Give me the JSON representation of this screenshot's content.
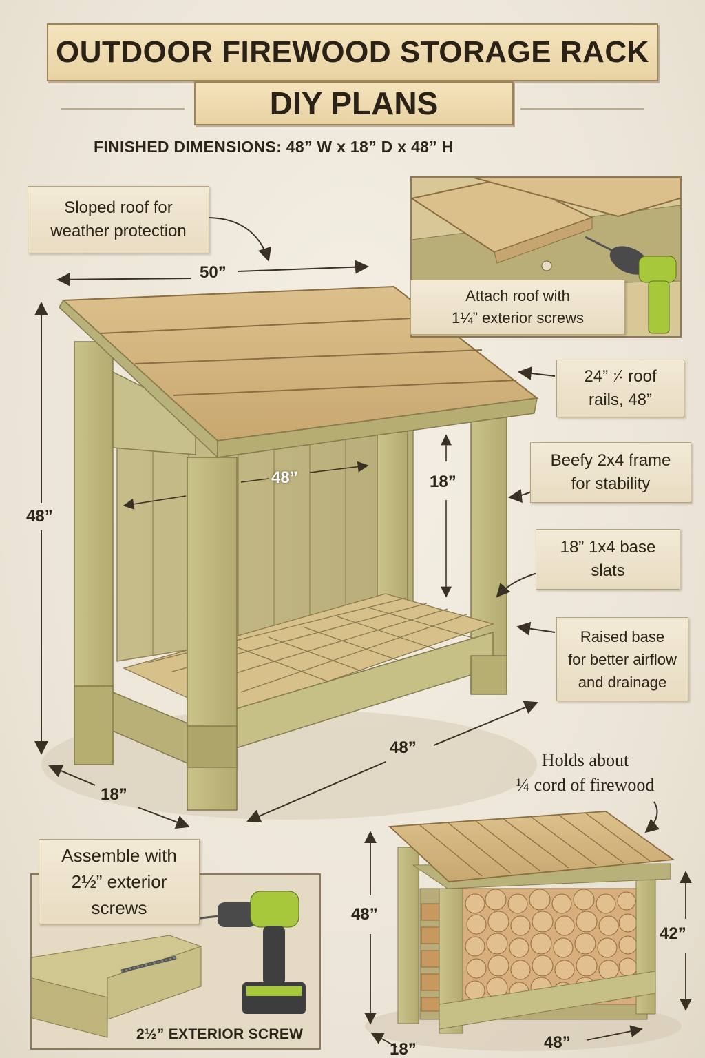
{
  "header": {
    "title": "OUTDOOR FIREWOOD STORAGE RACK",
    "subtitle": "DIY PLANS",
    "finished_dimensions": "FINISHED DIMENSIONS: 48” W x 18” D x 48” H"
  },
  "callouts": {
    "sloped_roof": [
      "Sloped roof for",
      "weather protection"
    ],
    "attach_roof": [
      "Attach roof with",
      "1¼” exterior screws"
    ],
    "roof_rails": [
      "24” ⸓ roof",
      "rails, 48”"
    ],
    "frame": [
      "Beefy 2x4 frame",
      "for stability"
    ],
    "base_slats": [
      "18” 1x4 base",
      "slats"
    ],
    "raised_base": [
      "Raised base",
      "for better airflow",
      "and drainage"
    ],
    "holds": [
      "Holds about",
      "¼ cord of firewood"
    ],
    "assemble": [
      "Assemble with",
      "2½” exterior",
      "screws"
    ],
    "screw_label": "2½” EXTERIOR SCREW"
  },
  "dimensions": {
    "roof_width": "50”",
    "height": "48”",
    "inner_width": "48”",
    "inner_height": "18”",
    "base_width": "48”",
    "depth": "18”",
    "small_height": "48”",
    "small_inner_height": "42”",
    "small_width": "48”",
    "small_depth": "18”"
  },
  "colors": {
    "wood_light": "#d9c08a",
    "wood_green": "#c8c590",
    "wood_dark": "#a89a62",
    "paper": "#efe9dd",
    "banner": "#f0deb4",
    "drill_green": "#a8c83c"
  }
}
